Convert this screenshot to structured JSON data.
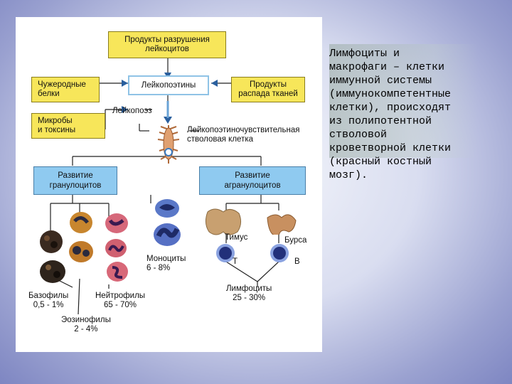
{
  "diagram": {
    "boxes": {
      "breakdown_products": "Продукты разрушения\nлейкоцитов",
      "foreign_proteins": "Чужеродные\nбелки",
      "leukopoietins": "Лейкопоэтины",
      "tissue_decay": "Продукты\nраспада тканей",
      "microbes_toxins": "Микробы\nи токсины",
      "granulocyte_dev": "Развитие\nгранулоцитов",
      "agranulocyte_dev": "Развитие\nагранулоцитов"
    },
    "labels": {
      "leukopoiesis": "Лейкопоэз",
      "sensitive_stem_cell": "Лейкопоэтиночувствительная\nстволовая клетка",
      "monocytes": "Моноциты\n6 - 8%",
      "thymus": "Тимус",
      "bursa": "Бурса",
      "t": "T",
      "b": "B",
      "basophils": "Базофилы\n0,5 - 1%",
      "neutrophils": "Нейтрофилы\n65 - 70%",
      "eosinophils": "Эозинофилы\n2 - 4%",
      "lymphocytes": "Лимфоциты\n25 - 30%"
    }
  },
  "caption": "Лимфоциты и\nмакрофаги – клетки\nиммунной системы\n(иммунокомпетентные\nклетки), происходят\nиз полипотентной\nстволовой\nкроветворной клетки\n(красный костный\nмозг)."
}
